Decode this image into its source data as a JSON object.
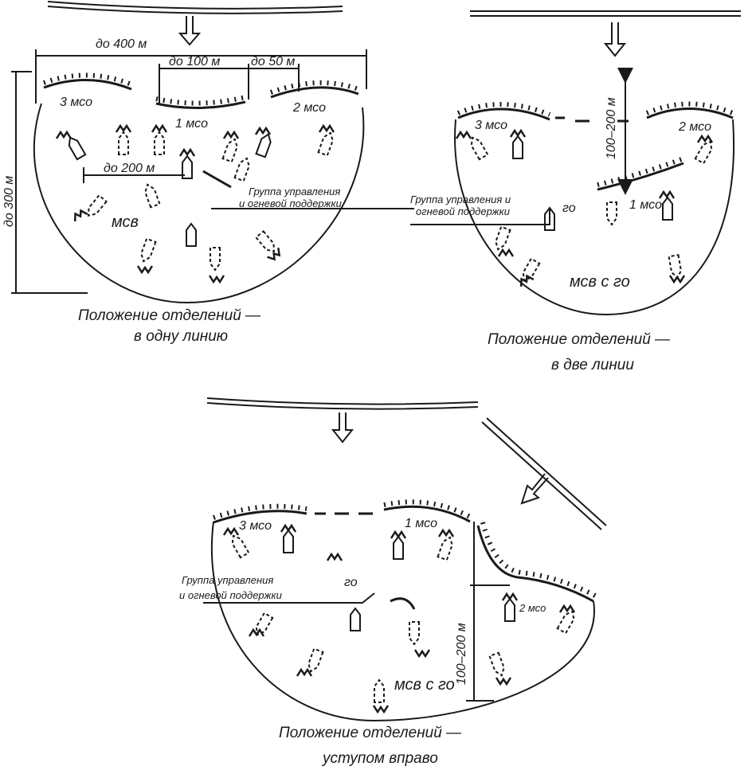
{
  "diagram1": {
    "dims": {
      "width": "до 400 м",
      "gap1": "до 100 м",
      "gap2": "до 50 м",
      "depth": "до 300 м",
      "inner": "до 200 м"
    },
    "squads": {
      "s3": "3 мсо",
      "s1": "1 мсо",
      "s2": "2 мсо"
    },
    "unit": "мсв",
    "group_line1": "Группа управления",
    "group_line2": "и огневой поддержки",
    "caption_line1": "Положение отделений —",
    "caption_line2": "в одну линию"
  },
  "diagram2": {
    "squads": {
      "s3": "3 мсо",
      "s2": "2 мсо",
      "s1": "1 мсо"
    },
    "depth": "100–200 м",
    "group_line1": "Группа управления и",
    "group_line2": "огневой поддержки",
    "go": "го",
    "unit": "мсв с го",
    "caption_line1": "Положение отделений —",
    "caption_line2": "в две линии"
  },
  "diagram3": {
    "squads": {
      "s3": "3 мсо",
      "s1": "1 мсо",
      "s2": "2 мсо"
    },
    "depth": "100–200 м",
    "group_line1": "Группа управления",
    "group_line2": "и огневой поддержки",
    "go": "го",
    "unit": "мсв с го",
    "caption_line1": "Положение отделений —",
    "caption_line2": "уступом вправо"
  }
}
